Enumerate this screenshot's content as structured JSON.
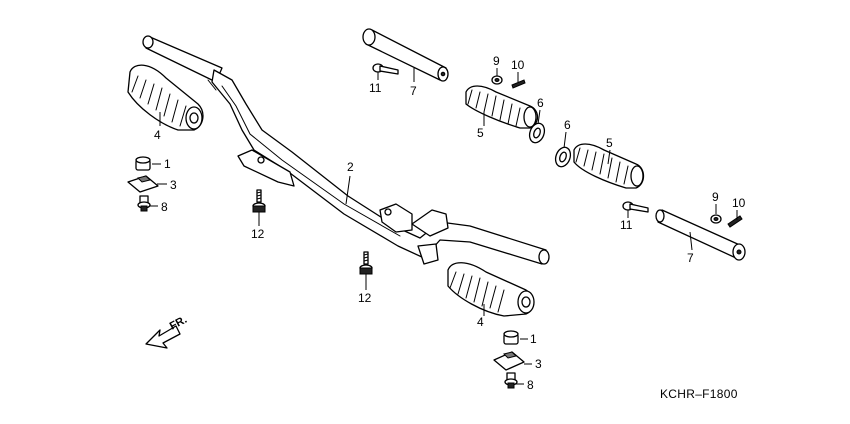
{
  "diagram_code": "KCHR–F1800",
  "direction_label": "FR.",
  "callouts": {
    "l1a": "1",
    "l1b": "1",
    "l2": "2",
    "l3a": "3",
    "l3b": "3",
    "l4a": "4",
    "l4b": "4",
    "l5a": "5",
    "l5b": "5",
    "l6a": "6",
    "l6b": "6",
    "l7a": "7",
    "l7b": "7",
    "l8a": "8",
    "l8b": "8",
    "l9a": "9",
    "l9b": "9",
    "l10a": "10",
    "l10b": "10",
    "l11a": "11",
    "l11b": "11",
    "l12a": "12",
    "l12b": "12"
  }
}
